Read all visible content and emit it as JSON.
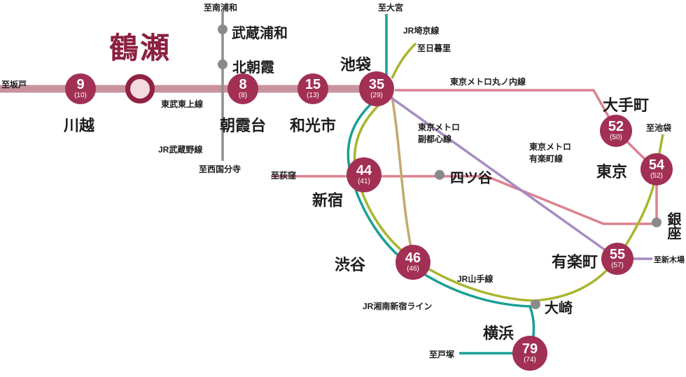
{
  "origin_station": {
    "name": "鶴瀬"
  },
  "lines": {
    "tojo": {
      "label": "東武東上線",
      "color": "#c8939f"
    },
    "musashino": {
      "label": "JR武蔵野線",
      "color": "#8e8e8e"
    },
    "saikyo": {
      "label": "JR埼京線",
      "color": "#19a094"
    },
    "yamanote": {
      "label": "JR山手線",
      "color": "#a9b52f"
    },
    "shonan_shinjuku": {
      "label": "JR湘南新宿ライン",
      "color": "#19a094"
    },
    "marunouchi": {
      "label": "東京メトロ丸ノ内線",
      "color": "#db8290"
    },
    "fukutoshin": {
      "label_line1": "東京メトロ",
      "label_line2": "副都心線",
      "color": "#c3a96d"
    },
    "yurakucho": {
      "label_line1": "東京メトロ",
      "label_line2": "有楽町線",
      "color": "#a58bc2"
    }
  },
  "badges": [
    {
      "station": "川越",
      "minutes": "9",
      "alt": "(10)"
    },
    {
      "station": "朝霞台",
      "minutes": "8",
      "alt": "(8)"
    },
    {
      "station": "和光市",
      "minutes": "15",
      "alt": "(13)"
    },
    {
      "station": "池袋",
      "minutes": "35",
      "alt": "(29)"
    },
    {
      "station": "新宿",
      "minutes": "44",
      "alt": "(41)"
    },
    {
      "station": "渋谷",
      "minutes": "46",
      "alt": "(46)"
    },
    {
      "station": "大手町",
      "minutes": "52",
      "alt": "(50)"
    },
    {
      "station": "東京",
      "minutes": "54",
      "alt": "(52)"
    },
    {
      "station": "有楽町",
      "minutes": "55",
      "alt": "(57)"
    },
    {
      "station": "横浜",
      "minutes": "79",
      "alt": "(74)"
    }
  ],
  "stations": {
    "kawagoe": "川越",
    "tsuruse": "鶴瀬",
    "asakadai": "朝霞台",
    "wakoshi": "和光市",
    "ikebukuro": "池袋",
    "musashi_urawa": "武蔵浦和",
    "kita_asaka": "北朝霞",
    "shinjuku": "新宿",
    "yotsuya": "四ツ谷",
    "shibuya": "渋谷",
    "otemachi": "大手町",
    "tokyo": "東京",
    "ginza": "銀座",
    "yurakucho": "有楽町",
    "osaki": "大崎",
    "yokohama": "横浜"
  },
  "endpoints": {
    "sakado": "至坂戸",
    "minami_urawa": "至南浦和",
    "nishi_kokubunji": "至西国分寺",
    "omiya": "至大宮",
    "nippori": "至日暮里",
    "ogikubo": "至荻窪",
    "ikebukuro_dir": "至池袋",
    "shin_kiba": "至新木場",
    "totsuka": "至戸塚"
  },
  "colors": {
    "badge_bg": "#a23054",
    "badge_text": "#ffffff",
    "origin_ring": "#8e2343",
    "origin_fill": "#f3dbdf",
    "origin_text": "#8b1f3f",
    "station_text": "#1c1c1c",
    "dot_gray": "#8a8a8a"
  }
}
